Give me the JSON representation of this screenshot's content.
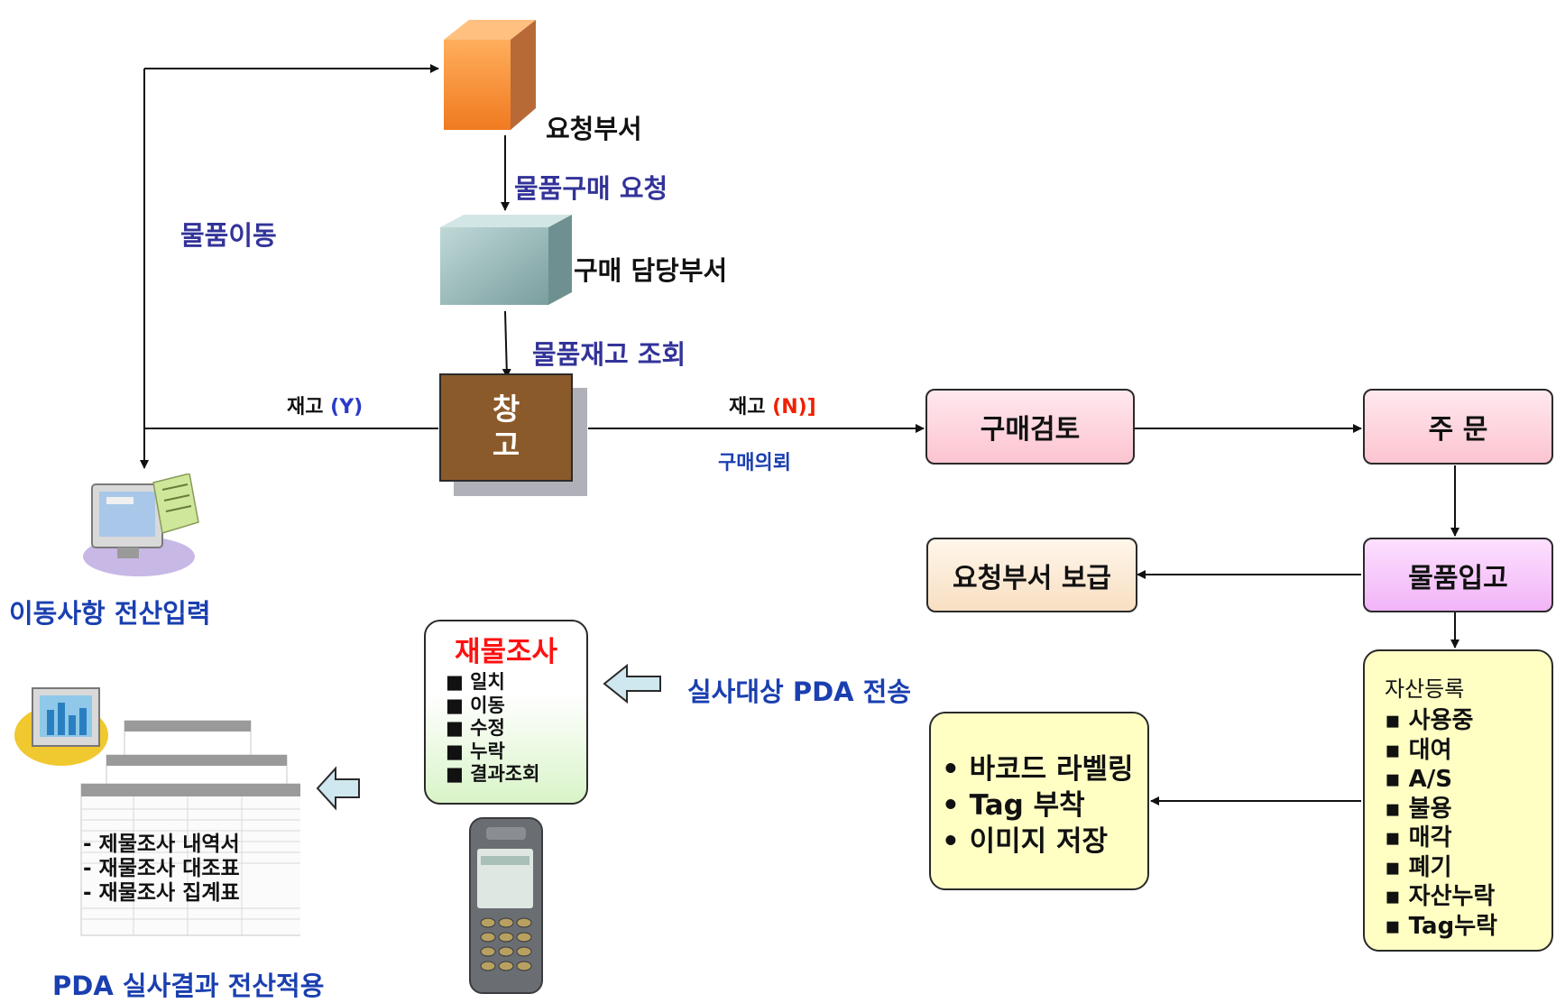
{
  "nodes": {
    "request_dept": "요청부서",
    "purchase_dept": "구매 담당부서",
    "warehouse": [
      "창",
      "고"
    ],
    "purchase_review": "구매검토",
    "order": "주 문",
    "goods_receipt": "물품입고",
    "supply_to_dept": "요청부서 보급",
    "movement_input": "이동사항 전산입력",
    "pda_apply": "PDA 실사결과 전산적용"
  },
  "edges": {
    "purchase_request": "물품구매 요청",
    "stock_inquiry": "물품재고 조회",
    "goods_move": "물품이동",
    "stock_yes_word": "재고",
    "stock_yes_flag": "(Y)",
    "stock_no_word": "재고",
    "stock_no_flag": "(N)]",
    "purchase_commission": "구매의뢰",
    "pda_send": "실사대상 PDA 전송"
  },
  "inventory_check": {
    "title": "재물조사",
    "items": [
      "■ 일치",
      "■ 이동",
      "■ 수정",
      "■ 누락",
      "■ 결과조회"
    ]
  },
  "asset_registration": {
    "title": "자산등록",
    "items": [
      "▪ 사용중",
      "▪ 대여",
      "▪ A/S",
      "▪ 불용",
      "▪ 매각",
      "▪ 폐기",
      "▪ 자산누락",
      "▪ Tag누락"
    ]
  },
  "labeling": {
    "items": [
      "• 바코드 라벨링",
      "• Tag 부착",
      "• 이미지 저장"
    ]
  },
  "reports": {
    "items": [
      "- 제물조사 내역서",
      "- 재물조사 대조표",
      "- 재물조사 집계표"
    ]
  },
  "colors": {
    "navy_label": "#333399",
    "blue_label": "#1a3fb0",
    "red_flag": "#ee2200",
    "yellow_box": "#ffffc4",
    "warehouse_fill": "#8b5a2b"
  },
  "icons": [
    "orange-cube-icon",
    "teal-cube-icon",
    "computer-icon",
    "spreadsheet-stack-icon",
    "pda-device-icon",
    "arrow-left-outline-icon"
  ]
}
